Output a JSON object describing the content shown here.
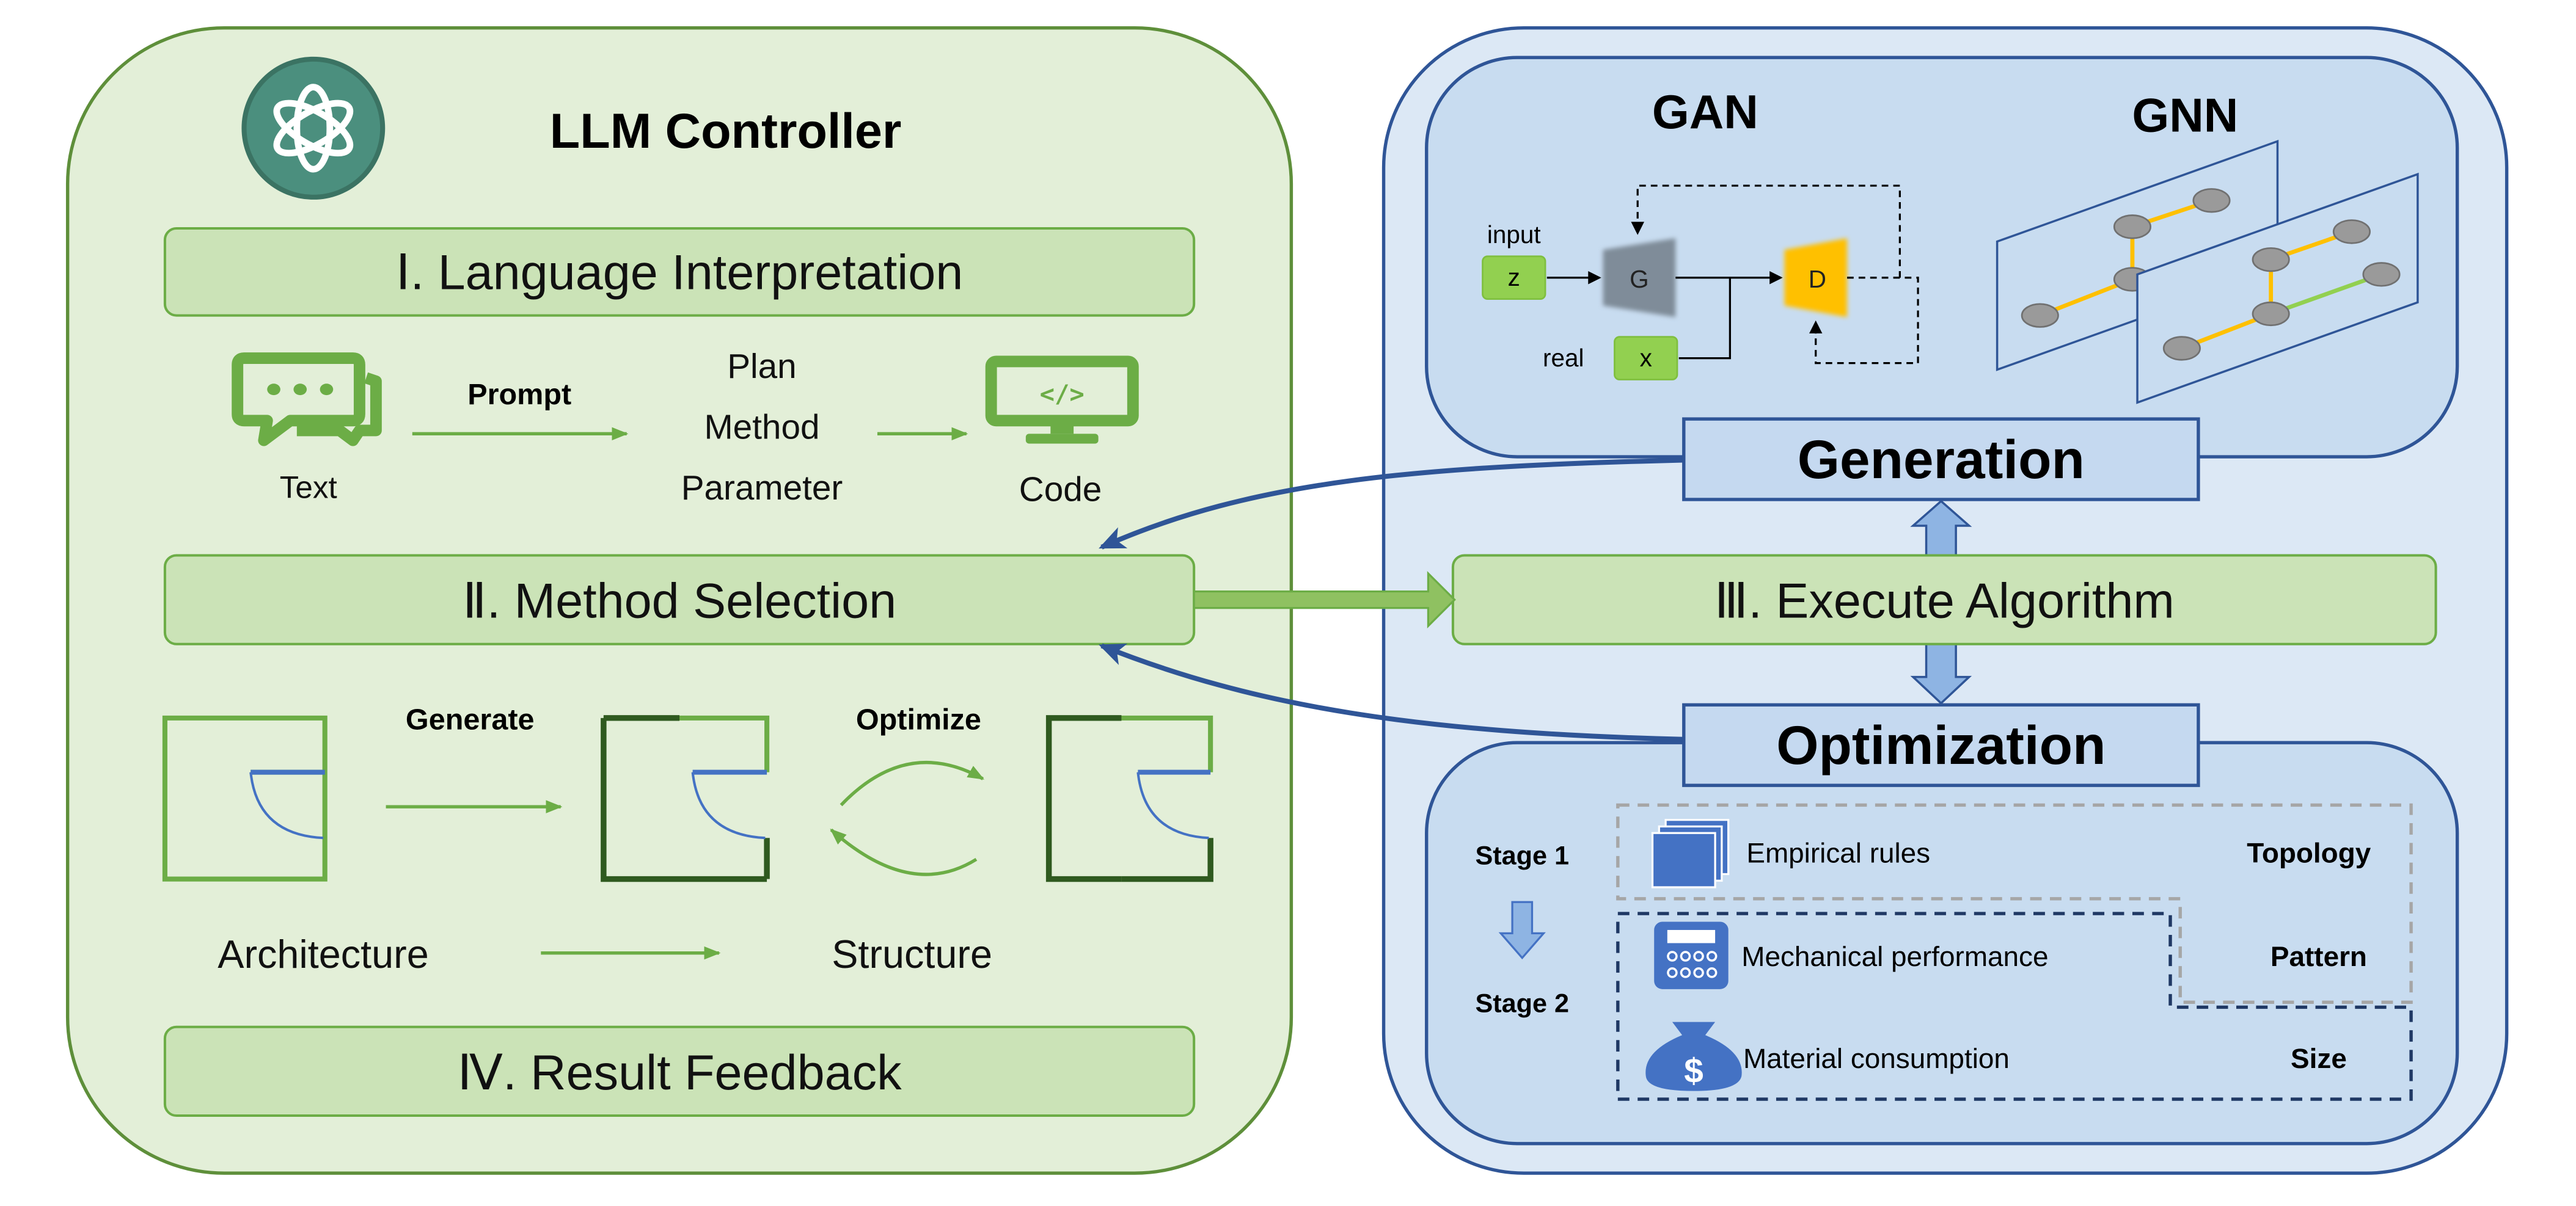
{
  "llm_controller": {
    "title": "LLM Controller",
    "logo_icon": "openai-logo-icon",
    "steps": {
      "language_interpretation": "Ⅰ. Language Interpretation",
      "method_selection": "Ⅱ. Method Selection",
      "result_feedback": "Ⅳ. Result Feedback"
    },
    "interpretation_flow": {
      "text_label": "Text",
      "text_icon": "chat-bubbles-icon",
      "prompt_label": "Prompt",
      "plan_items": [
        "Plan",
        "Method",
        "Parameter"
      ],
      "code_label": "Code",
      "code_icon": "monitor-code-icon"
    },
    "selection_flow": {
      "generate_label": "Generate",
      "optimize_label": "Optimize",
      "architecture_label": "Architecture",
      "structure_label": "Structure"
    }
  },
  "algorithm_panel": {
    "execute_label": "Ⅲ. Execute Algorithm",
    "generation": {
      "label": "Generation",
      "gan": {
        "title": "GAN",
        "input_label": "input",
        "z_label": "z",
        "g_label": "G",
        "real_label": "real",
        "x_label": "x",
        "d_label": "D"
      },
      "gnn": {
        "title": "GNN"
      }
    },
    "optimization": {
      "label": "Optimization",
      "stage1": "Stage 1",
      "stage2": "Stage 2",
      "rows": [
        {
          "text": "Empirical rules",
          "tag": "Topology",
          "icon": "cubes-icon"
        },
        {
          "text": "Mechanical performance",
          "tag": "Pattern",
          "icon": "calculator-icon"
        },
        {
          "text": "Material consumption",
          "tag": "Size",
          "icon": "money-bag-icon"
        }
      ]
    }
  },
  "colors": {
    "left_panel_fill": "#e3efd8",
    "left_panel_stroke": "#5e8f3a",
    "step_box_fill": "#cbe3b7",
    "accent_green": "#6cad46",
    "dark_green": "#2f5a1f",
    "right_panel_fill": "#dce8f5",
    "right_panel_stroke": "#2f5597",
    "inner_panel_fill": "#c8dcf0",
    "arrow_blue": "#2f5597",
    "icon_blue": "#4472c4",
    "gan_g_fill": "#7f8c99",
    "gan_d_fill": "#ffc000",
    "gan_input_fill": "#92d050",
    "gnn_yellow": "#ffc000",
    "gnn_green": "#92d050"
  }
}
